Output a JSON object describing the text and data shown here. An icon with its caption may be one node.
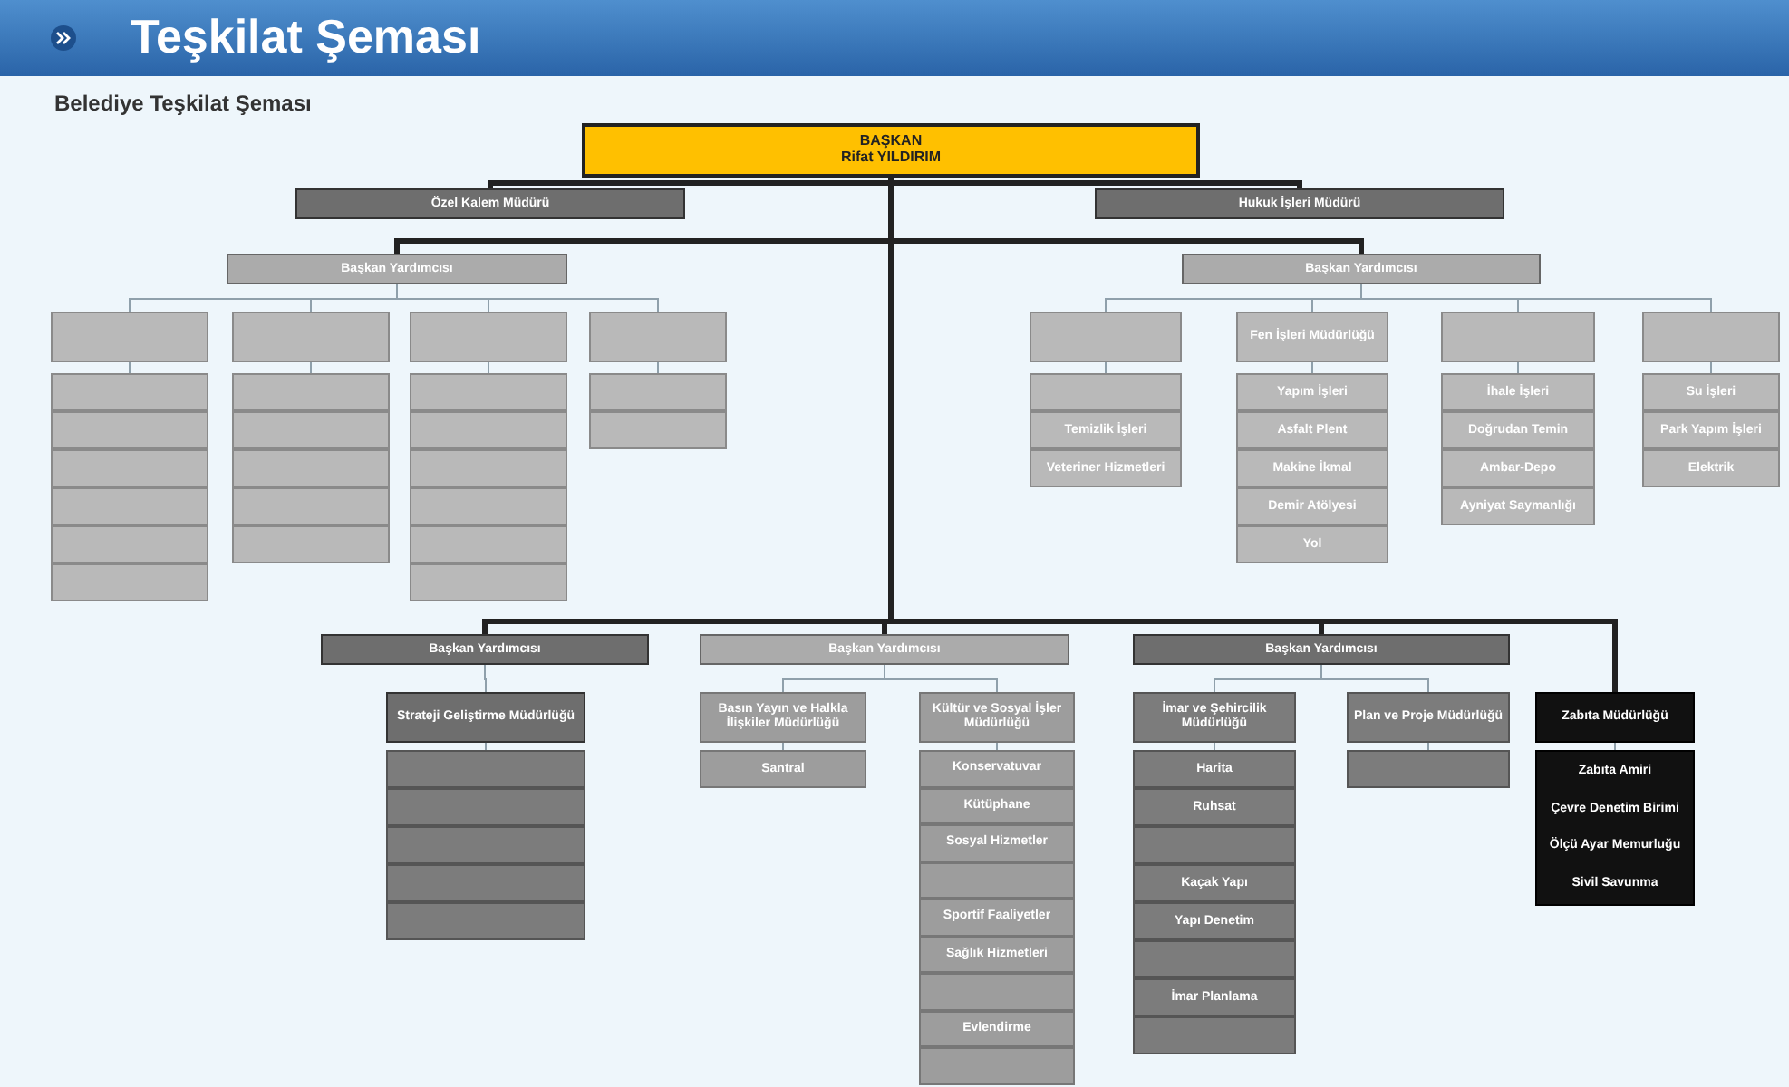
{
  "diagram": {
    "title": "Teşkilat Şeması",
    "caption": "Belediye Teşkilat Şeması",
    "nodes": [
      {
        "text": [
          "BAŞKAN",
          "Rifat YILDIRIM"
        ]
      },
      {
        "text": [
          "Özel Kalem Müdürü"
        ]
      },
      {
        "text": [
          "Hukuk İşleri Müdürü"
        ]
      },
      {
        "text": [
          "Başkan Yardımcısı"
        ]
      },
      {
        "text": [
          "Başkan Yardımcısı"
        ]
      },
      {
        "text": [],
        "shape": "box"
      },
      {
        "text": [],
        "shape": "box"
      },
      {
        "text": [],
        "shape": "box"
      },
      {
        "text": [],
        "shape": "box"
      },
      {
        "text": [],
        "shape": "box"
      },
      {
        "text": [],
        "shape": "box"
      },
      {
        "text": [],
        "shape": "box"
      },
      {
        "text": [],
        "shape": "box"
      },
      {
        "text": [],
        "shape": "box"
      },
      {
        "text": [],
        "shape": "box"
      },
      {
        "text": [],
        "shape": "box"
      },
      {
        "text": [],
        "shape": "box"
      },
      {
        "text": [],
        "shape": "box"
      },
      {
        "text": [],
        "shape": "box"
      },
      {
        "text": [],
        "shape": "box"
      },
      {
        "text": [],
        "shape": "box"
      },
      {
        "text": [],
        "shape": "box"
      },
      {
        "text": [],
        "shape": "box"
      },
      {
        "text": [],
        "shape": "box"
      },
      {
        "text": [],
        "shape": "box"
      },
      {
        "text": [],
        "shape": "box"
      },
      {
        "text": [],
        "shape": "box"
      },
      {
        "text": [],
        "shape": "box"
      },
      {
        "text": [],
        "shape": "box"
      },
      {
        "text": [
          "Fen İşleri Müdürlüğü"
        ]
      },
      {
        "text": [],
        "shape": "box"
      },
      {
        "text": [],
        "shape": "box"
      },
      {
        "text": [],
        "shape": "box"
      },
      {
        "text": [
          "Temizlik İşleri"
        ]
      },
      {
        "text": [
          "Veteriner Hizmetleri"
        ]
      },
      {
        "text": [
          "Yapım İşleri"
        ]
      },
      {
        "text": [
          "Asfalt Plent"
        ]
      },
      {
        "text": [
          "Makine İkmal"
        ]
      },
      {
        "text": [
          "Demir Atölyesi"
        ]
      },
      {
        "text": [
          "Yol"
        ]
      },
      {
        "text": [
          "İhale İşleri"
        ]
      },
      {
        "text": [
          "Doğrudan Temin"
        ]
      },
      {
        "text": [
          "Ambar-Depo"
        ]
      },
      {
        "text": [
          "Ayniyat Saymanlığı"
        ]
      },
      {
        "text": [
          "Su İşleri"
        ]
      },
      {
        "text": [
          "Park Yapım İşleri"
        ]
      },
      {
        "text": [
          "Elektrik"
        ]
      },
      {
        "text": [
          "Başkan Yardımcısı"
        ]
      },
      {
        "text": [
          "Başkan Yardımcısı"
        ]
      },
      {
        "text": [
          "Başkan Yardımcısı"
        ]
      },
      {
        "text": [
          "Strateji Geliştirme Müdürlüğü"
        ]
      },
      {
        "text": [],
        "shape": "box"
      },
      {
        "text": [],
        "shape": "box"
      },
      {
        "text": [],
        "shape": "box"
      },
      {
        "text": [],
        "shape": "box"
      },
      {
        "text": [],
        "shape": "box"
      },
      {
        "text": [
          "Basın Yayın ve Halkla İlişkiler Müdürlüğü"
        ]
      },
      {
        "text": [
          "Santral"
        ]
      },
      {
        "text": [
          "Kültür ve Sosyal İşler Müdürlüğü"
        ]
      },
      {
        "text": [
          "Konservatuvar"
        ]
      },
      {
        "text": [
          "Kütüphane"
        ]
      },
      {
        "text": [
          "Sosyal Hizmetler"
        ]
      },
      {
        "text": [],
        "shape": "box"
      },
      {
        "text": [
          "Sportif Faaliyetler"
        ]
      },
      {
        "text": [
          "Sağlık Hizmetleri"
        ]
      },
      {
        "text": [],
        "shape": "box"
      },
      {
        "text": [
          "Evlendirme"
        ]
      },
      {
        "text": [],
        "shape": "box"
      },
      {
        "text": [
          "İmar ve Şehircilik Müdürlüğü"
        ]
      },
      {
        "text": [
          "Harita"
        ]
      },
      {
        "text": [
          "Ruhsat"
        ]
      },
      {
        "text": [],
        "shape": "box"
      },
      {
        "text": [
          "Kaçak Yapı"
        ]
      },
      {
        "text": [
          "Yapı Denetim"
        ]
      },
      {
        "text": [],
        "shape": "box"
      },
      {
        "text": [
          "İmar Planlama"
        ]
      },
      {
        "text": [],
        "shape": "box"
      },
      {
        "text": [
          "Plan ve Proje Müdürlüğü"
        ]
      },
      {
        "text": [],
        "shape": "box"
      },
      {
        "text": [
          "Zabıta Müdürlüğü"
        ]
      },
      {
        "text": [
          "Zabıta Amiri",
          "Çevre Denetim Birimi",
          "Ölçü Ayar Memurluğu",
          "Sivil Savunma"
        ]
      }
    ],
    "edges": [
      {
        "from": 0,
        "to": 1,
        "arrow": "none",
        "style": "thick",
        "color": "#222222"
      },
      {
        "from": 0,
        "to": 2,
        "arrow": "none",
        "style": "thick",
        "color": "#222222"
      },
      {
        "from": 0,
        "to": 3,
        "arrow": "none",
        "style": "thick",
        "color": "#222222"
      },
      {
        "from": 0,
        "to": 4,
        "arrow": "none",
        "style": "thick",
        "color": "#222222"
      },
      {
        "from": 3,
        "to": 5,
        "arrow": "none"
      },
      {
        "from": 3,
        "to": 6,
        "arrow": "none"
      },
      {
        "from": 3,
        "to": 7,
        "arrow": "none"
      },
      {
        "from": 3,
        "to": 8,
        "arrow": "none"
      },
      {
        "from": 5,
        "to": 9,
        "arrow": "none"
      },
      {
        "from": 6,
        "to": 15,
        "arrow": "none"
      },
      {
        "from": 7,
        "to": 20,
        "arrow": "none"
      },
      {
        "from": 8,
        "to": 26,
        "arrow": "none"
      },
      {
        "from": 4,
        "to": 28,
        "arrow": "none"
      },
      {
        "from": 4,
        "to": 29,
        "arrow": "none"
      },
      {
        "from": 4,
        "to": 30,
        "arrow": "none"
      },
      {
        "from": 4,
        "to": 31,
        "arrow": "none"
      },
      {
        "from": 28,
        "to": 32,
        "arrow": "none"
      },
      {
        "from": 29,
        "to": 35,
        "arrow": "none"
      },
      {
        "from": 30,
        "to": 40,
        "arrow": "none"
      },
      {
        "from": 31,
        "to": 44,
        "arrow": "none"
      },
      {
        "from": 0,
        "to": 47,
        "arrow": "none",
        "style": "thick",
        "color": "#222222"
      },
      {
        "from": 0,
        "to": 48,
        "arrow": "none",
        "style": "thick",
        "color": "#222222"
      },
      {
        "from": 0,
        "to": 49,
        "arrow": "none",
        "style": "thick",
        "color": "#222222"
      },
      {
        "from": 0,
        "to": 79,
        "arrow": "none",
        "style": "thick",
        "color": "#222222"
      },
      {
        "from": 47,
        "to": 50,
        "arrow": "none"
      },
      {
        "from": 50,
        "to": 51,
        "arrow": "none"
      },
      {
        "from": 48,
        "to": 56,
        "arrow": "none"
      },
      {
        "from": 48,
        "to": 58,
        "arrow": "none"
      },
      {
        "from": 56,
        "to": 57,
        "arrow": "none"
      },
      {
        "from": 58,
        "to": 59,
        "arrow": "none"
      },
      {
        "from": 49,
        "to": 68,
        "arrow": "none"
      },
      {
        "from": 49,
        "to": 77,
        "arrow": "none"
      },
      {
        "from": 68,
        "to": 69,
        "arrow": "none"
      },
      {
        "from": 77,
        "to": 78,
        "arrow": "none"
      },
      {
        "from": 79,
        "to": 80,
        "arrow": "none"
      }
    ]
  }
}
